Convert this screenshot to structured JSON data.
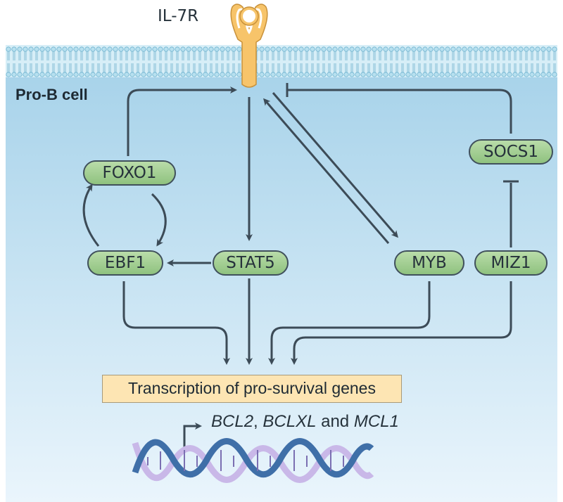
{
  "receptor": {
    "label": "IL-7R"
  },
  "cell": {
    "label": "Pro-B cell"
  },
  "nodes": {
    "foxo1": "FOXO1",
    "ebf1": "EBF1",
    "stat5": "STAT5",
    "myb": "MYB",
    "miz1": "MIZ1",
    "socs1": "SOCS1"
  },
  "outcome": {
    "label": "Transcription of pro-survival genes"
  },
  "genes": {
    "gene1": "BCL2",
    "sep1": ", ",
    "gene2": "BCLXL",
    "sep2": " and ",
    "gene3": "MCL1"
  },
  "colors": {
    "cell_top": "#a8d3ea",
    "cell_bottom": "#e9f4fb",
    "membrane": "#9fd7ea",
    "node_fill": "#a4cf93",
    "arrow": "#3c4b57",
    "receptor": "#f7c46a",
    "outcome_fill": "#fde5b3",
    "dna_light": "#c9b8e8",
    "dna_dark": "#3f6fa8"
  }
}
